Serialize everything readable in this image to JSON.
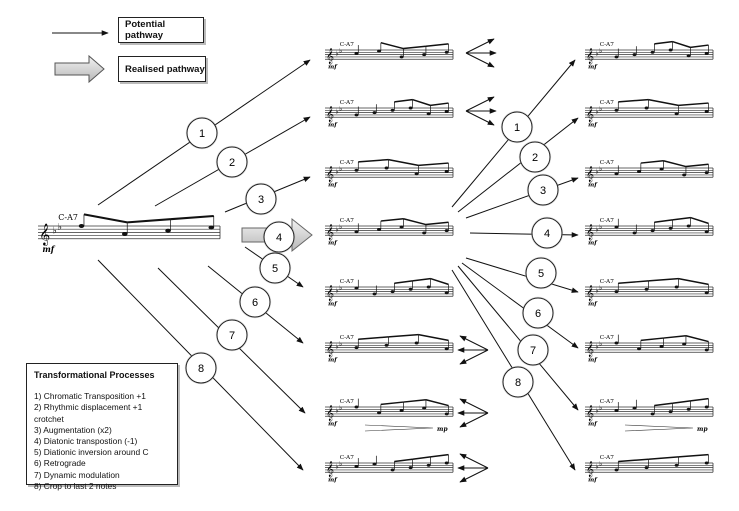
{
  "legend": {
    "potential_label": "Potential pathway",
    "realised_label": "Realised pathway"
  },
  "processes": {
    "title": "Transformational Processes",
    "items": [
      "1) Chromatic Transposition +1",
      "2) Rhythmic displacement +1 crotchet",
      "3) Augmentation (x2)",
      "4) Diatonic transpostion (-1)",
      "5) Diationic inversion around C",
      "6) Retrograde",
      "7) Dynamic modulation",
      "8) Crop to last 2 notes"
    ]
  },
  "score": {
    "chord_symbol": "C-A7",
    "dynamic_mark": "mf",
    "dynamic_mark_end": "mp"
  },
  "stage1_numbers": [
    "1",
    "2",
    "3",
    "4",
    "5",
    "6",
    "7",
    "8"
  ],
  "stage2_numbers": [
    "1",
    "2",
    "3",
    "4",
    "5",
    "6",
    "7",
    "8"
  ]
}
